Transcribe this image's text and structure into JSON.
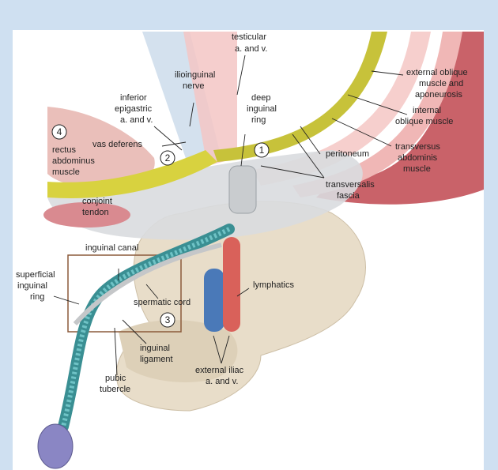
{
  "labels": {
    "testicular": "testicular",
    "testicular_av": "a. and v.",
    "ilioinguinal": "ilioinguinal",
    "ilioinguinal_nerve": "nerve",
    "inferior": "inferior",
    "epigastric": "epigastric",
    "epigastric_av": "a. and v.",
    "deep": "deep",
    "deep_inguinal": "inguinal",
    "deep_ring": "ring",
    "ext_oblique_1": "external oblique",
    "ext_oblique_2": "muscle and",
    "ext_oblique_3": "aponeurosis",
    "int_oblique_1": "internal",
    "int_oblique_2": "oblique muscle",
    "vas_deferens": "vas deferens",
    "rectus": "rectus",
    "abdominus": "abdominus",
    "rectus_muscle": "muscle",
    "peritoneum": "peritoneum",
    "transversus": "transversus",
    "transversus_abd": "abdominis",
    "transversus_muscle": "muscle",
    "transversalis": "transversalis",
    "transversalis_fascia": "fascia",
    "conjoint": "conjoint",
    "conjoint_tendon": "tendon",
    "inguinal_canal": "inguinal canal",
    "superficial": "superficial",
    "superficial_inguinal": "inguinal",
    "superficial_ring": "ring",
    "lymphatics": "lymphatics",
    "spermatic_cord": "spermatic cord",
    "inguinal_lig_1": "inguinal",
    "inguinal_lig_2": "ligament",
    "pubic": "pubic",
    "tubercle": "tubercle",
    "ext_iliac": "external iliac",
    "ext_iliac_av": "a. and v."
  },
  "markers": {
    "m1": "1",
    "m2": "2",
    "m3": "3",
    "m4": "4"
  }
}
